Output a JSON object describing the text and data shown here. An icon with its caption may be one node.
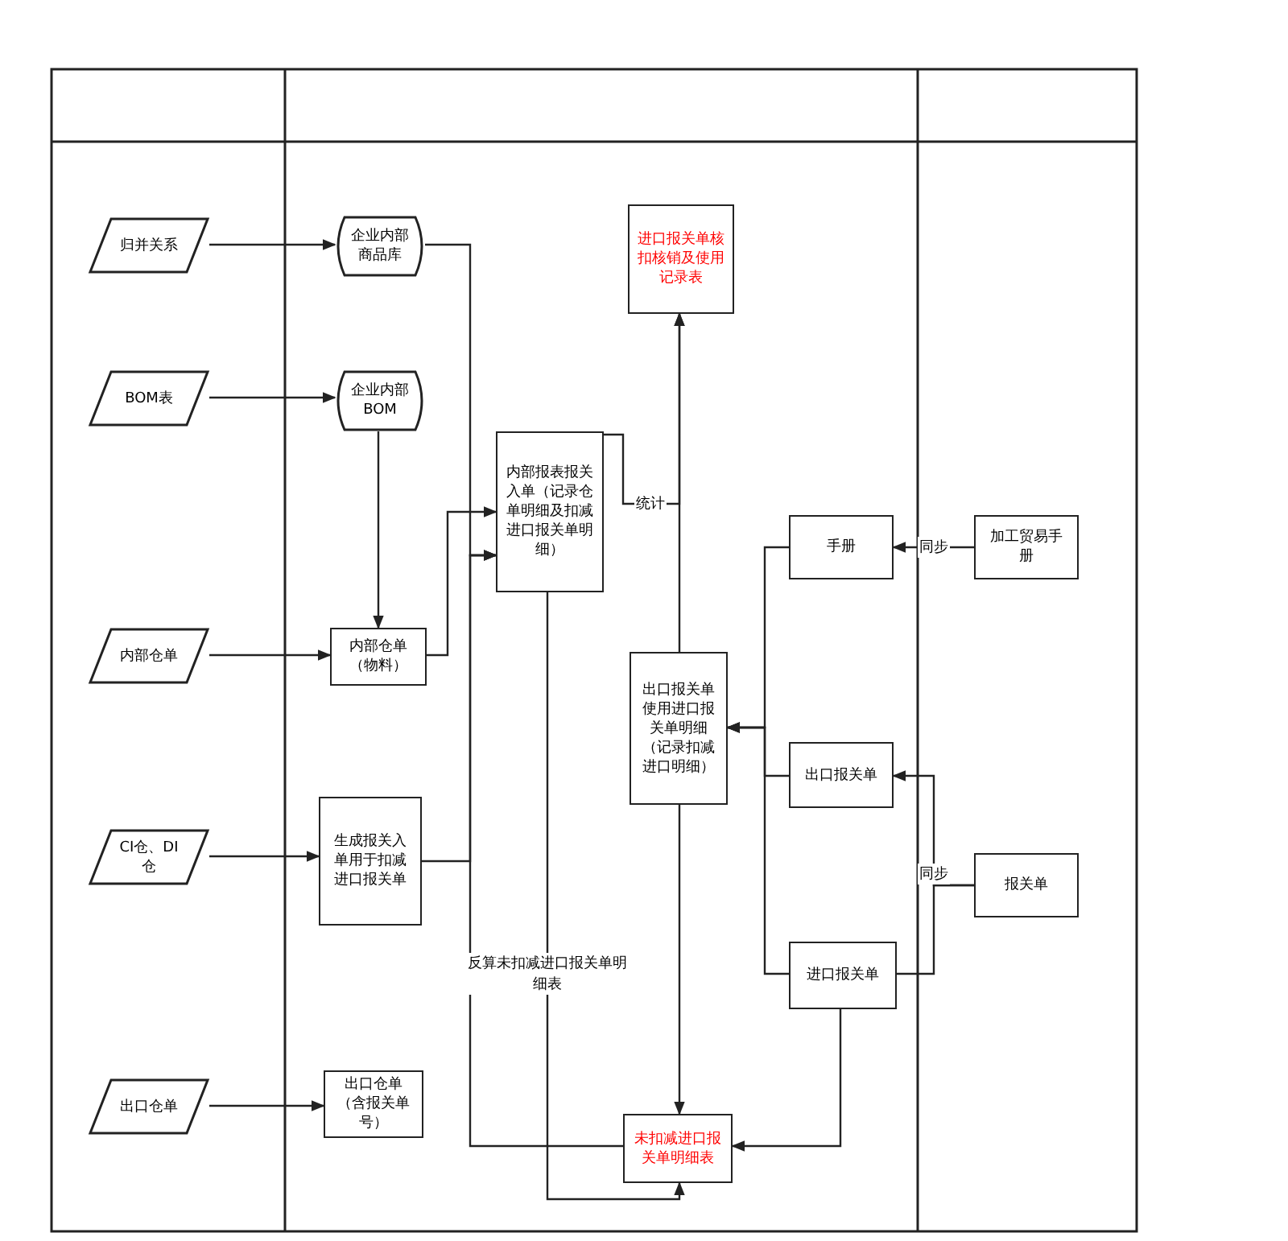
{
  "diagram": {
    "nodes": [
      {
        "text": [
          "归并关系"
        ]
      },
      {
        "text": [
          "BOM表"
        ]
      },
      {
        "text": [
          "内部仓单"
        ]
      },
      {
        "text": [
          "CI仓、DI仓"
        ]
      },
      {
        "text": [
          "出口仓单"
        ]
      },
      {
        "text": [
          "企业内部商品库"
        ]
      },
      {
        "text": [
          "企业内部BOM"
        ]
      },
      {
        "text": [
          "内部仓单（物料）"
        ]
      },
      {
        "text": [
          "生成报关入单用于扣减进口报关单"
        ]
      },
      {
        "text": [
          "出口仓单（含报关单号）"
        ]
      },
      {
        "text": [
          "内部报表报关入单（记录仓单明细及扣减进口报关单明细）"
        ]
      },
      {
        "text": [
          "进口报关单核扣核销及使用记录表"
        ]
      },
      {
        "text": [
          "出口报关单使用进口报关单明细（记录扣减进口明细）"
        ]
      },
      {
        "text": [
          "手册"
        ]
      },
      {
        "text": [
          "出口报关单"
        ]
      },
      {
        "text": [
          "进口报关单"
        ]
      },
      {
        "text": [
          "加工贸易手册"
        ]
      },
      {
        "text": [
          "报关单"
        ]
      },
      {
        "text": [
          "未扣减进口报关单明细表"
        ]
      }
    ],
    "edges": [
      {
        "from": 0,
        "to": 5,
        "arrow": "to"
      },
      {
        "from": 1,
        "to": 6,
        "arrow": "to"
      },
      {
        "from": 6,
        "to": 7,
        "arrow": "to"
      },
      {
        "from": 2,
        "to": 7,
        "arrow": "to"
      },
      {
        "from": 3,
        "to": 8,
        "arrow": "to"
      },
      {
        "from": 4,
        "to": 9,
        "arrow": "to"
      },
      {
        "from": 5,
        "to": 10,
        "arrow": "to"
      },
      {
        "from": 7,
        "to": 10,
        "arrow": "to"
      },
      {
        "from": 8,
        "to": 10,
        "arrow": "to"
      },
      {
        "from": 18,
        "to": 10,
        "arrow": "to"
      },
      {
        "from": 10,
        "to": 11,
        "arrow": "to",
        "label": "统计"
      },
      {
        "from": 12,
        "to": 11,
        "arrow": "to"
      },
      {
        "from": 10,
        "to": 18,
        "arrow": "to",
        "label": "反算未扣减进口报关单明细表"
      },
      {
        "from": 12,
        "to": 18,
        "arrow": "to"
      },
      {
        "from": 13,
        "to": 12,
        "arrow": "to"
      },
      {
        "from": 14,
        "to": 12,
        "arrow": "to"
      },
      {
        "from": 15,
        "to": 12,
        "arrow": "to"
      },
      {
        "from": 15,
        "to": 18,
        "arrow": "to"
      },
      {
        "from": 16,
        "to": 13,
        "arrow": "to",
        "label": "同步"
      },
      {
        "from": 17,
        "to": 14,
        "arrow": "to",
        "label": "同步"
      },
      {
        "from": 17,
        "to": 15,
        "arrow": "none"
      }
    ]
  }
}
